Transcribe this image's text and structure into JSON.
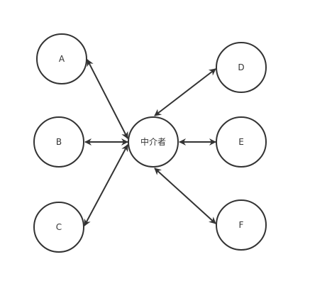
{
  "diagram": {
    "nodes": [
      {
        "id": "A",
        "label": "A"
      },
      {
        "id": "B",
        "label": "B"
      },
      {
        "id": "C",
        "label": "C"
      },
      {
        "id": "M",
        "label": "中介者"
      },
      {
        "id": "D",
        "label": "D"
      },
      {
        "id": "E",
        "label": "E"
      },
      {
        "id": "F",
        "label": "F"
      }
    ],
    "edges": [
      {
        "from": "M",
        "to": "A",
        "direction": "both"
      },
      {
        "from": "M",
        "to": "B",
        "direction": "both"
      },
      {
        "from": "M",
        "to": "C",
        "direction": "both"
      },
      {
        "from": "M",
        "to": "D",
        "direction": "both"
      },
      {
        "from": "M",
        "to": "E",
        "direction": "both"
      },
      {
        "from": "M",
        "to": "F",
        "direction": "both"
      }
    ],
    "colors": {
      "stroke": "#333333",
      "fill": "#ffffff",
      "text": "#333333"
    }
  }
}
